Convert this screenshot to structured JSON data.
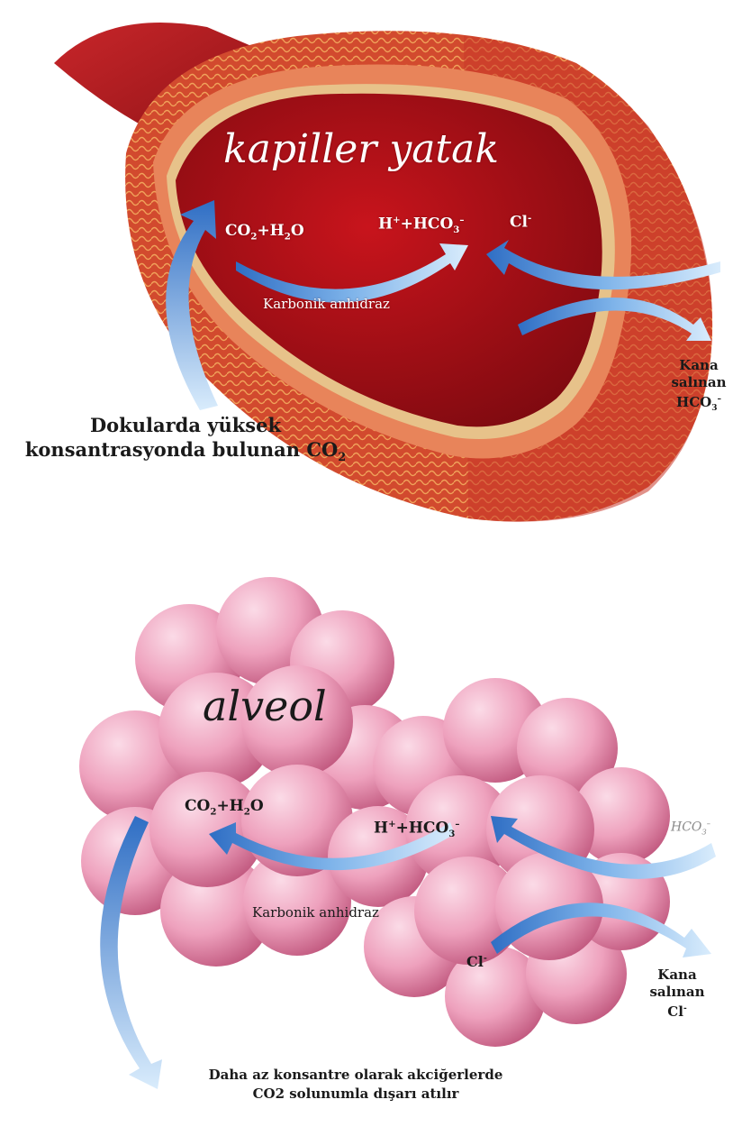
{
  "colors": {
    "vessel_dark": "#9e1518",
    "vessel_mid": "#c8262a",
    "vessel_wall": "#e06a4c",
    "lumen": "#b3121a",
    "alveoli_light": "#f3b6cc",
    "alveoli_dark": "#c9587e",
    "arrow_blue": "#3f7fd0",
    "arrow_light": "#cfe6fb"
  },
  "top": {
    "title": "kapiller yatak",
    "reactant": {
      "a": "CO",
      "a_sub": "2",
      "plus": "+H",
      "b_sub": "2",
      "b": "O"
    },
    "product": {
      "h": "H",
      "h_sup": "+",
      "plus": "+HCO",
      "sub": "3",
      "sup": "–"
    },
    "chloride": {
      "cl": "Cl",
      "sup": "-"
    },
    "enzyme": "Karbonik anhidraz",
    "tissue_co2_line1": "Dokularda yüksek",
    "tissue_co2_line2": "konsantrasyonda bulunan CO",
    "tissue_co2_sub": "2",
    "released": {
      "line1": "Kana",
      "line2": "salınan",
      "line3": "HCO",
      "sub": "3",
      "sup": "–"
    }
  },
  "bottom": {
    "title": "alveol",
    "reactant": {
      "a": "CO",
      "a_sub": "2",
      "plus": "+H",
      "b_sub": "2",
      "b": "O"
    },
    "product": {
      "h": "H",
      "h_sup": "+",
      "plus": "+HCO",
      "sub": "3",
      "sup": "–"
    },
    "enzyme": "Karbonik anhidraz",
    "chloride": {
      "cl": "Cl",
      "sup": "-"
    },
    "incoming": {
      "text": "HCO",
      "sub": "3",
      "sup": "–"
    },
    "released": {
      "line1": "Kana",
      "line2": "salınan",
      "line3": "Cl",
      "sup": "-"
    },
    "exhale_line1": "Daha az konsantre olarak akciğerlerde",
    "exhale_line2": "CO2 solunumla dışarı atılır"
  }
}
